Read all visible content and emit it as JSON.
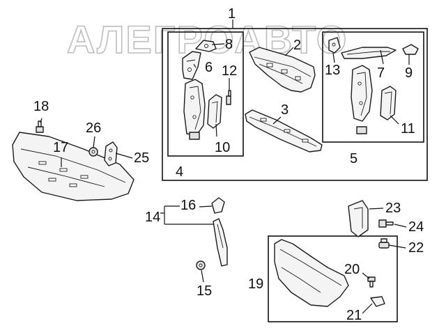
{
  "watermark": "АЛЕГРОАВТО",
  "callouts": {
    "c1": "1",
    "c2": "2",
    "c3": "3",
    "c4": "4",
    "c5": "5",
    "c6": "6",
    "c7": "7",
    "c8": "8",
    "c9": "9",
    "c10": "10",
    "c11": "11",
    "c12": "12",
    "c13": "13",
    "c14": "14",
    "c15": "15",
    "c16": "16",
    "c17": "17",
    "c18": "18",
    "c19": "19",
    "c20": "20",
    "c21": "21",
    "c22": "22",
    "c23": "23",
    "c24": "24",
    "c25": "25",
    "c26": "26"
  }
}
